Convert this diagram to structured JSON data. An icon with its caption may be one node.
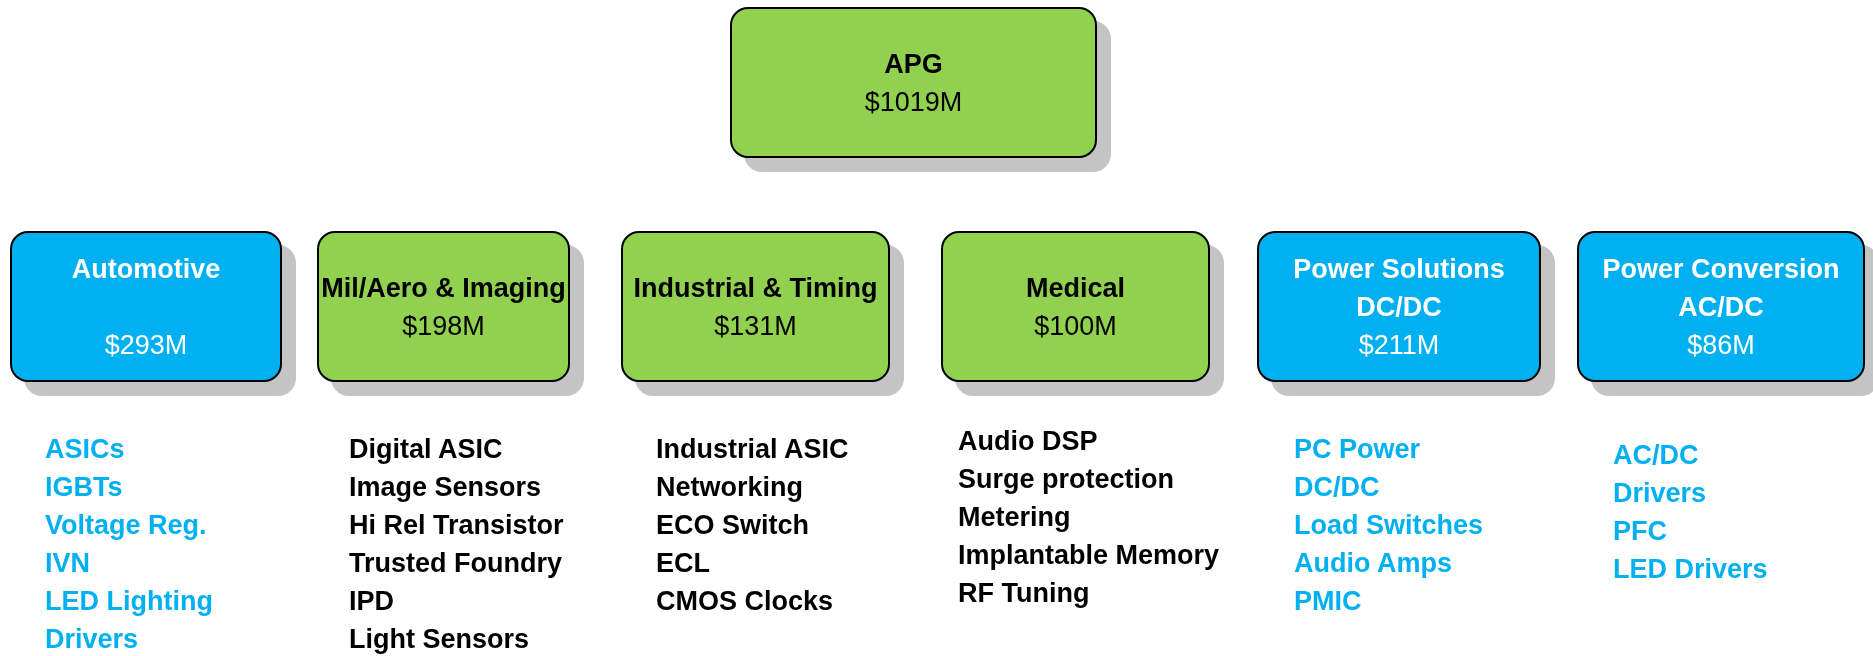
{
  "diagram": {
    "nodes": [
      {
        "text": [
          "APG",
          "$1019M"
        ]
      },
      {
        "text": [
          "Automotive",
          "$293M"
        ],
        "beside": [
          "ASICs",
          "IGBTs",
          "Voltage Reg.",
          "IVN",
          "LED Lighting",
          "Drivers"
        ]
      },
      {
        "text": [
          "Mil/Aero & Imaging",
          "$198M"
        ],
        "beside": [
          "Digital ASIC",
          "Image Sensors",
          "Hi Rel Transistor",
          "Trusted Foundry",
          "IPD",
          "Light Sensors"
        ]
      },
      {
        "text": [
          "Industrial & Timing",
          "$131M"
        ],
        "beside": [
          "Industrial ASIC",
          "Networking",
          "ECO Switch",
          "ECL",
          "CMOS Clocks"
        ]
      },
      {
        "text": [
          "Medical",
          "$100M"
        ],
        "beside": [
          "Audio DSP",
          "Surge protection",
          "Metering",
          "Implantable Memory",
          "RF Tuning"
        ]
      },
      {
        "text": [
          "Power Solutions DC/DC",
          "$211M"
        ],
        "beside": [
          "PC Power",
          "DC/DC",
          "Load Switches",
          "Audio Amps",
          "PMIC"
        ]
      },
      {
        "text": [
          "Power Conversion AC/DC",
          "$86M"
        ],
        "beside": [
          "AC/DC",
          "Drivers",
          "PFC",
          "LED Drivers"
        ]
      }
    ]
  }
}
